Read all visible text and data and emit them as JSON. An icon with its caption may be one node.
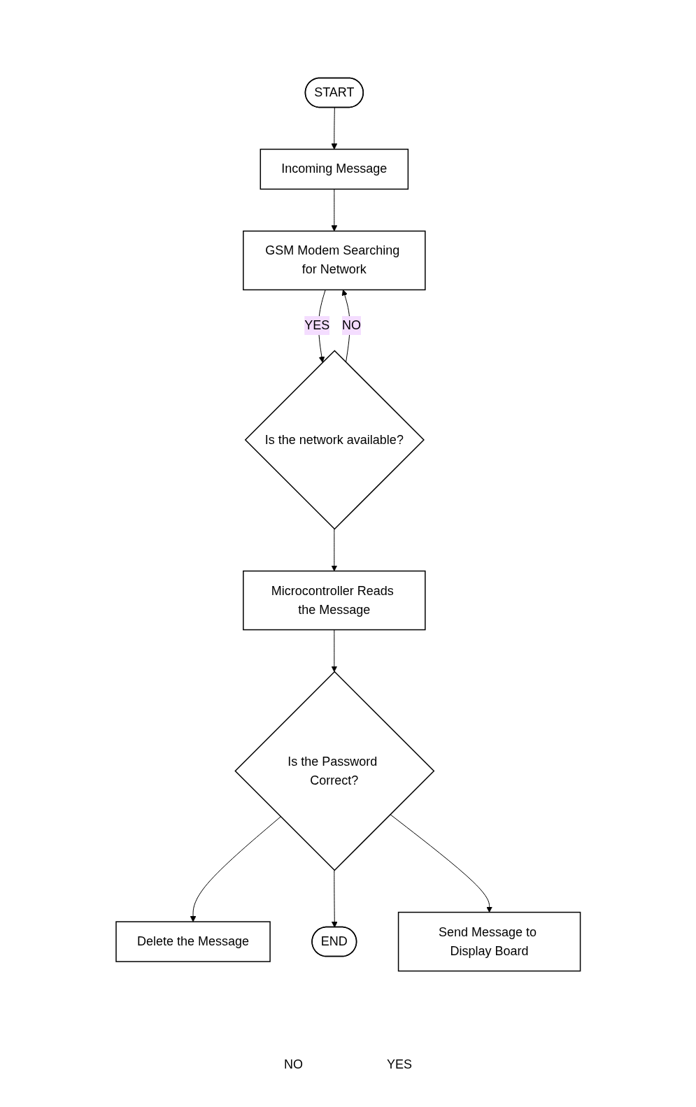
{
  "diagram": {
    "nodes": [
      {
        "text": [
          "START"
        ]
      },
      {
        "text": [
          "Incoming Message"
        ]
      },
      {
        "text": [
          "GSM Modem Searching for Network"
        ]
      },
      {
        "text": [
          "Is the network available?"
        ]
      },
      {
        "text": [
          "Microcontroller Reads the Message"
        ]
      },
      {
        "text": [
          "Is the Password Correct?"
        ]
      },
      {
        "text": [
          "Delete the Message"
        ]
      },
      {
        "text": [
          "END"
        ]
      },
      {
        "text": [
          "Send Message to Display Board"
        ]
      }
    ],
    "edges": [
      {
        "from": 0,
        "to": 1,
        "arrow": "to"
      },
      {
        "from": 1,
        "to": 2,
        "arrow": "to"
      },
      {
        "from": 2,
        "to": 3,
        "arrow": "to",
        "label": "YES"
      },
      {
        "from": 3,
        "to": 2,
        "arrow": "to",
        "label": "NO"
      },
      {
        "from": 3,
        "to": 4,
        "arrow": "to"
      },
      {
        "from": 4,
        "to": 5,
        "arrow": "to"
      },
      {
        "from": 5,
        "to": 6,
        "arrow": "to"
      },
      {
        "from": 5,
        "to": 7,
        "arrow": "to"
      },
      {
        "from": 5,
        "to": 8,
        "arrow": "to"
      }
    ],
    "labels": [
      "NO",
      "YES"
    ]
  }
}
